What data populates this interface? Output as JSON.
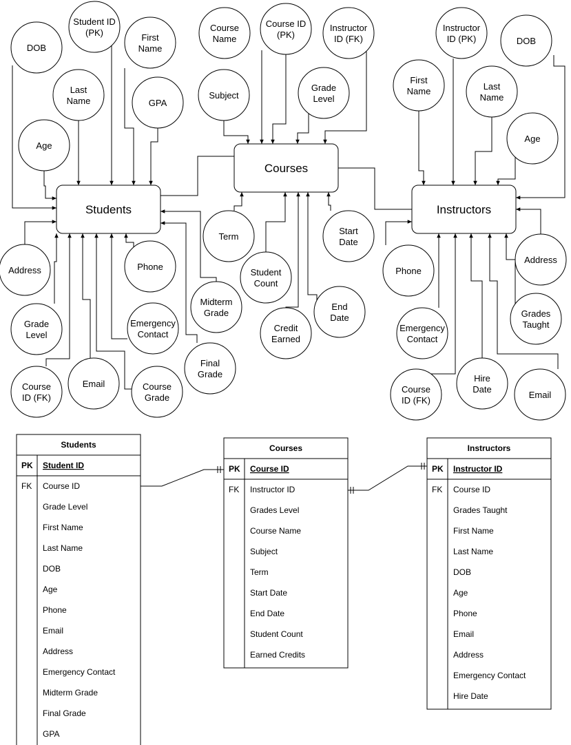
{
  "chen": {
    "entities": [
      {
        "id": "students",
        "label": "Students"
      },
      {
        "id": "courses",
        "label": "Courses"
      },
      {
        "id": "instructors",
        "label": "Instructors"
      }
    ],
    "attributes": [
      {
        "id": "s-dob",
        "lines": [
          "DOB"
        ]
      },
      {
        "id": "s-student-id",
        "lines": [
          "Student ID",
          "(PK)"
        ]
      },
      {
        "id": "s-first-name",
        "lines": [
          "First",
          "Name"
        ]
      },
      {
        "id": "s-last-name",
        "lines": [
          "Last",
          "Name"
        ]
      },
      {
        "id": "s-gpa",
        "lines": [
          "GPA"
        ]
      },
      {
        "id": "s-age",
        "lines": [
          "Age"
        ]
      },
      {
        "id": "s-address",
        "lines": [
          "Address"
        ]
      },
      {
        "id": "s-phone",
        "lines": [
          "Phone"
        ]
      },
      {
        "id": "s-grade-level",
        "lines": [
          "Grade",
          "Level"
        ]
      },
      {
        "id": "s-emergency-contact",
        "lines": [
          "Emergency",
          "Contact"
        ]
      },
      {
        "id": "s-course-id",
        "lines": [
          "Course",
          "ID (FK)"
        ]
      },
      {
        "id": "s-email",
        "lines": [
          "Email"
        ]
      },
      {
        "id": "s-course-grade",
        "lines": [
          "Course",
          "Grade"
        ]
      },
      {
        "id": "s-midterm-grade",
        "lines": [
          "Midterm",
          "Grade"
        ]
      },
      {
        "id": "s-final-grade",
        "lines": [
          "Final",
          "Grade"
        ]
      },
      {
        "id": "c-course-name",
        "lines": [
          "Course",
          "Name"
        ]
      },
      {
        "id": "c-course-id",
        "lines": [
          "Course ID",
          "(PK)"
        ]
      },
      {
        "id": "c-instructor-id",
        "lines": [
          "Instructor",
          "ID (FK)"
        ]
      },
      {
        "id": "c-subject",
        "lines": [
          "Subject"
        ]
      },
      {
        "id": "c-grade-level",
        "lines": [
          "Grade",
          "Level"
        ]
      },
      {
        "id": "c-term",
        "lines": [
          "Term"
        ]
      },
      {
        "id": "c-start-date",
        "lines": [
          "Start",
          "Date"
        ]
      },
      {
        "id": "c-student-count",
        "lines": [
          "Student",
          "Count"
        ]
      },
      {
        "id": "c-end-date",
        "lines": [
          "End",
          "Date"
        ]
      },
      {
        "id": "c-credit-earned",
        "lines": [
          "Credit",
          "Earned"
        ]
      },
      {
        "id": "i-instructor-id",
        "lines": [
          "Instructor",
          "ID (PK)"
        ]
      },
      {
        "id": "i-dob",
        "lines": [
          "DOB"
        ]
      },
      {
        "id": "i-first-name",
        "lines": [
          "First",
          "Name"
        ]
      },
      {
        "id": "i-last-name",
        "lines": [
          "Last",
          "Name"
        ]
      },
      {
        "id": "i-age",
        "lines": [
          "Age"
        ]
      },
      {
        "id": "i-address",
        "lines": [
          "Address"
        ]
      },
      {
        "id": "i-phone",
        "lines": [
          "Phone"
        ]
      },
      {
        "id": "i-grades-taught",
        "lines": [
          "Grades",
          "Taught"
        ]
      },
      {
        "id": "i-emergency-contact",
        "lines": [
          "Emergency",
          "Contact"
        ]
      },
      {
        "id": "i-course-id",
        "lines": [
          "Course",
          "ID (FK)"
        ]
      },
      {
        "id": "i-hire-date",
        "lines": [
          "Hire",
          "Date"
        ]
      },
      {
        "id": "i-email",
        "lines": [
          "Email"
        ]
      }
    ]
  },
  "tables": [
    {
      "id": "students",
      "title": "Students",
      "pk_label": "PK",
      "pk_field": "Student ID",
      "rows": [
        {
          "key": "FK",
          "field": "Course ID"
        },
        {
          "key": "",
          "field": "Grade Level"
        },
        {
          "key": "",
          "field": "First Name"
        },
        {
          "key": "",
          "field": "Last Name"
        },
        {
          "key": "",
          "field": "DOB"
        },
        {
          "key": "",
          "field": "Age"
        },
        {
          "key": "",
          "field": "Phone"
        },
        {
          "key": "",
          "field": "Email"
        },
        {
          "key": "",
          "field": "Address"
        },
        {
          "key": "",
          "field": "Emergency Contact"
        },
        {
          "key": "",
          "field": "Midterm Grade"
        },
        {
          "key": "",
          "field": "Final Grade"
        },
        {
          "key": "",
          "field": "GPA"
        }
      ]
    },
    {
      "id": "courses",
      "title": "Courses",
      "pk_label": "PK",
      "pk_field": "Course ID",
      "rows": [
        {
          "key": "FK",
          "field": "Instructor ID"
        },
        {
          "key": "",
          "field": "Grades Level"
        },
        {
          "key": "",
          "field": "Course Name"
        },
        {
          "key": "",
          "field": "Subject"
        },
        {
          "key": "",
          "field": "Term"
        },
        {
          "key": "",
          "field": "Start Date"
        },
        {
          "key": "",
          "field": "End Date"
        },
        {
          "key": "",
          "field": "Student Count"
        },
        {
          "key": "",
          "field": "Earned Credits"
        }
      ]
    },
    {
      "id": "instructors",
      "title": "Instructors",
      "pk_label": "PK",
      "pk_field": "Instructor ID",
      "rows": [
        {
          "key": "FK",
          "field": "Course ID"
        },
        {
          "key": "",
          "field": "Grades Taught"
        },
        {
          "key": "",
          "field": "First Name"
        },
        {
          "key": "",
          "field": "Last Name"
        },
        {
          "key": "",
          "field": "DOB"
        },
        {
          "key": "",
          "field": "Age"
        },
        {
          "key": "",
          "field": "Phone"
        },
        {
          "key": "",
          "field": "Email"
        },
        {
          "key": "",
          "field": "Address"
        },
        {
          "key": "",
          "field": "Emergency Contact"
        },
        {
          "key": "",
          "field": "Hire Date"
        }
      ]
    }
  ]
}
